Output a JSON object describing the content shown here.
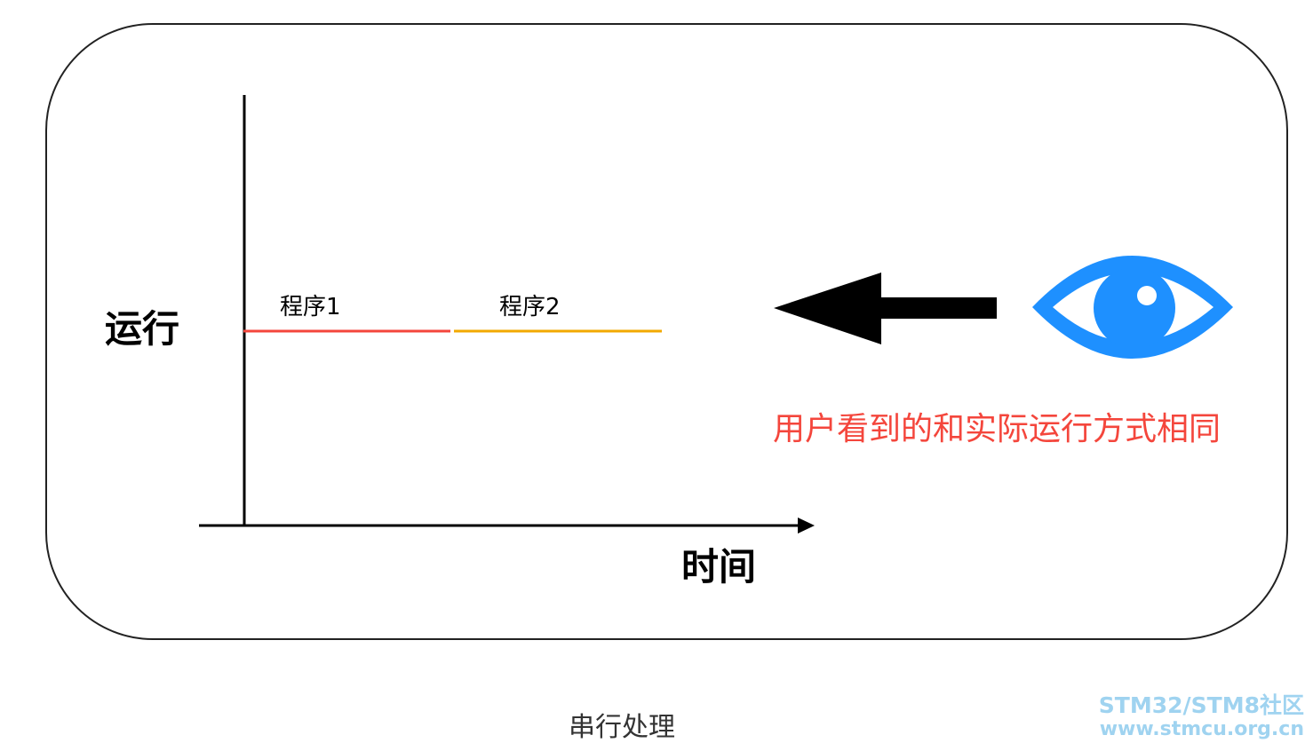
{
  "diagram": {
    "y_axis_label": "运行",
    "x_axis_label": "时间",
    "programs": [
      {
        "label": "程序1",
        "color": "#f4463c"
      },
      {
        "label": "程序2",
        "color": "#f2a900"
      }
    ],
    "observer_note": "用户看到的和实际运行方式相同",
    "observer_icon": "eye-icon",
    "eye_color": "#1e90ff",
    "note_color": "#f4463c"
  },
  "caption": "串行处理",
  "watermark": {
    "line1": "STM32/STM8社区",
    "line2": "www.stmcu.org.cn"
  }
}
